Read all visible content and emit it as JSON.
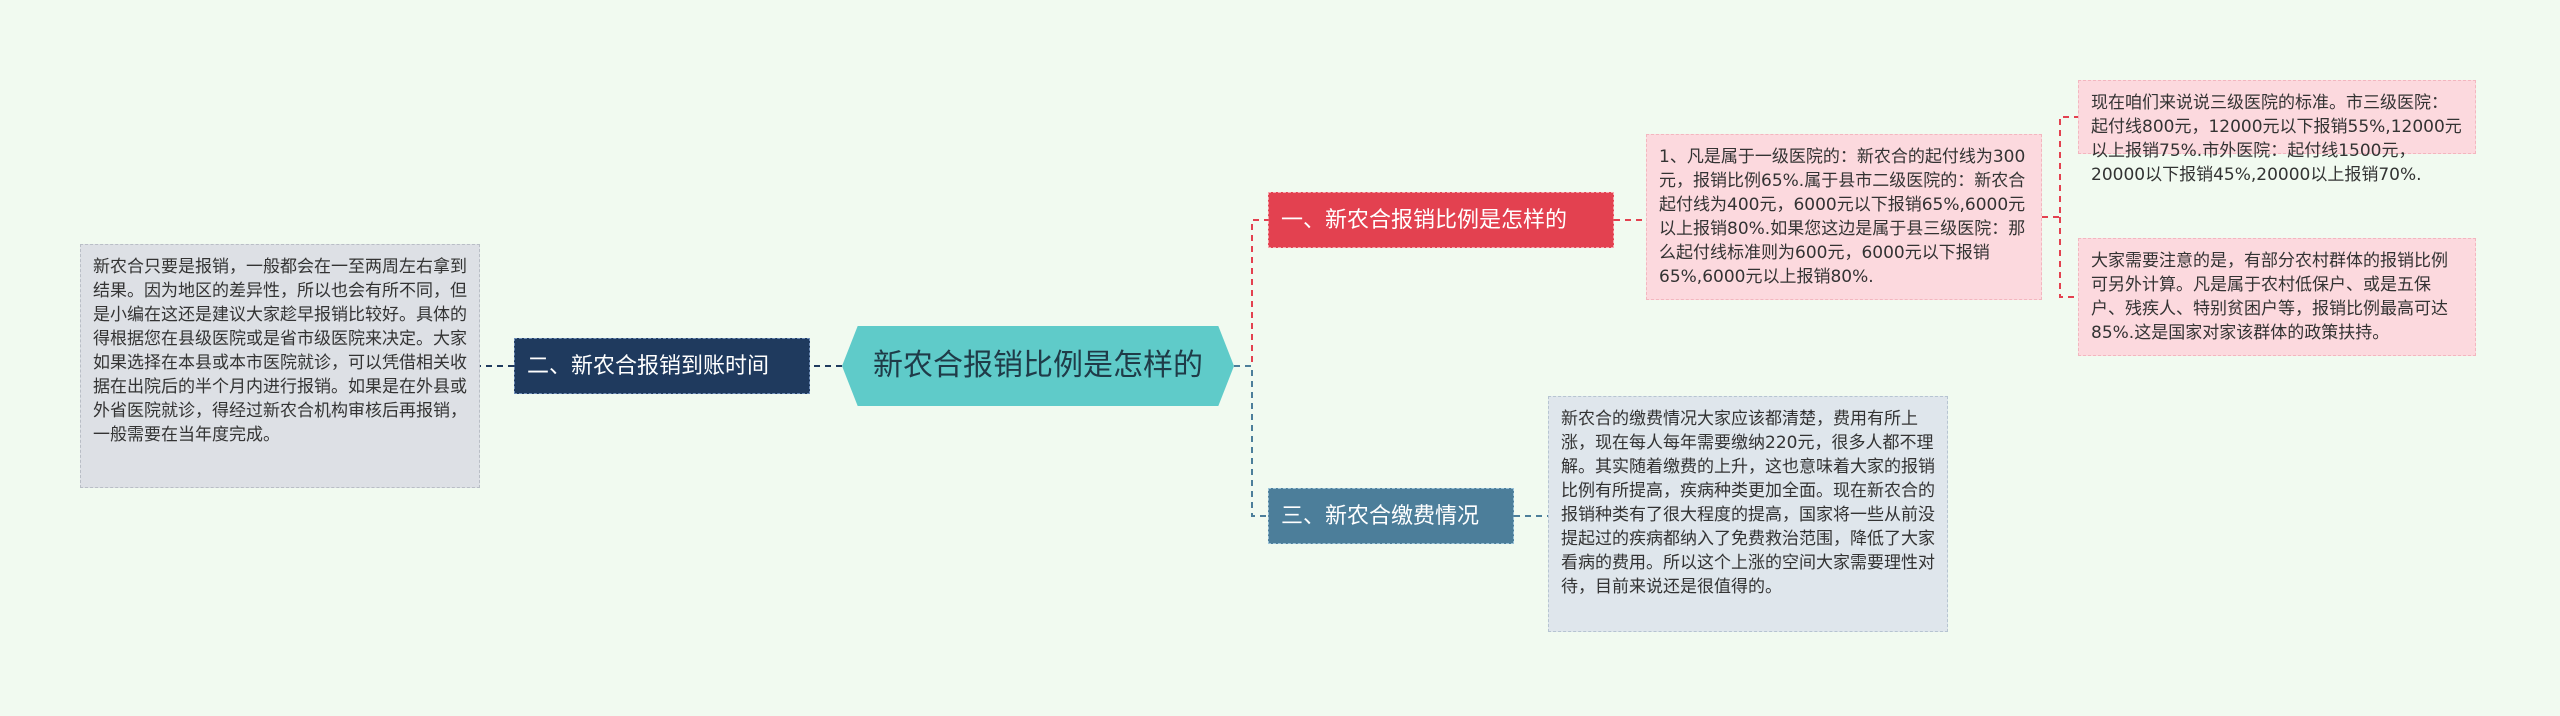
{
  "central_topic": "新农合报销比例是怎样的",
  "branches": {
    "first": {
      "label": "一、新农合报销比例是怎样的",
      "detail": "1、凡是属于一级医院的：新农合的起付线为300元，报销比例65%.属于县市二级医院的：新农合起付线为400元，6000元以下报销65%,6000元以上报销80%.如果您这边是属于县三级医院：那么起付线标准则为600元，6000元以下报销65%,6000元以上报销80%.",
      "sub_details": [
        "现在咱们来说说三级医院的标准。市三级医院：起付线800元，12000元以下报销55%,12000元以上报销75%.市外医院：起付线1500元，20000以下报销45%,20000以上报销70%.",
        "大家需要注意的是，有部分农村群体的报销比例可另外计算。凡是属于农村低保户、或是五保户、残疾人、特别贫困户等，报销比例最高可达85%.这是国家对家该群体的政策扶持。"
      ]
    },
    "second": {
      "label": "二、新农合报销到账时间",
      "detail": "新农合只要是报销，一般都会在一至两周左右拿到结果。因为地区的差异性，所以也会有所不同，但是小编在这还是建议大家趁早报销比较好。具体的得根据您在县级医院或是省市级医院来决定。大家如果选择在本县或本市医院就诊，可以凭借相关收据在出院后的半个月内进行报销。如果是在外县或外省医院就诊，得经过新农合机构审核后再报销，一般需要在当年度完成。"
    },
    "third": {
      "label": "三、新农合缴费情况",
      "detail": "新农合的缴费情况大家应该都清楚，费用有所上涨，现在每人每年需要缴纳220元，很多人都不理解。其实随着缴费的上升，这也意味着大家的报销比例有所提高，疾病种类更加全面。现在新农合的报销种类有了很大程度的提高，国家将一些从前没提起过的疾病都纳入了免费救治范围，降低了大家看病的费用。所以这个上涨的空间大家需要理性对待，目前来说还是很值得的。"
    }
  },
  "colors": {
    "background": "#f1faf0",
    "center": "#5fcbc9",
    "branch_first": "#e34150",
    "branch_second": "#1f3a5e",
    "branch_third": "#4c7e9a",
    "leaf_pink": "#fcd9de",
    "leaf_gray": "#dde0e5",
    "leaf_blue": "#dfe6ec"
  }
}
